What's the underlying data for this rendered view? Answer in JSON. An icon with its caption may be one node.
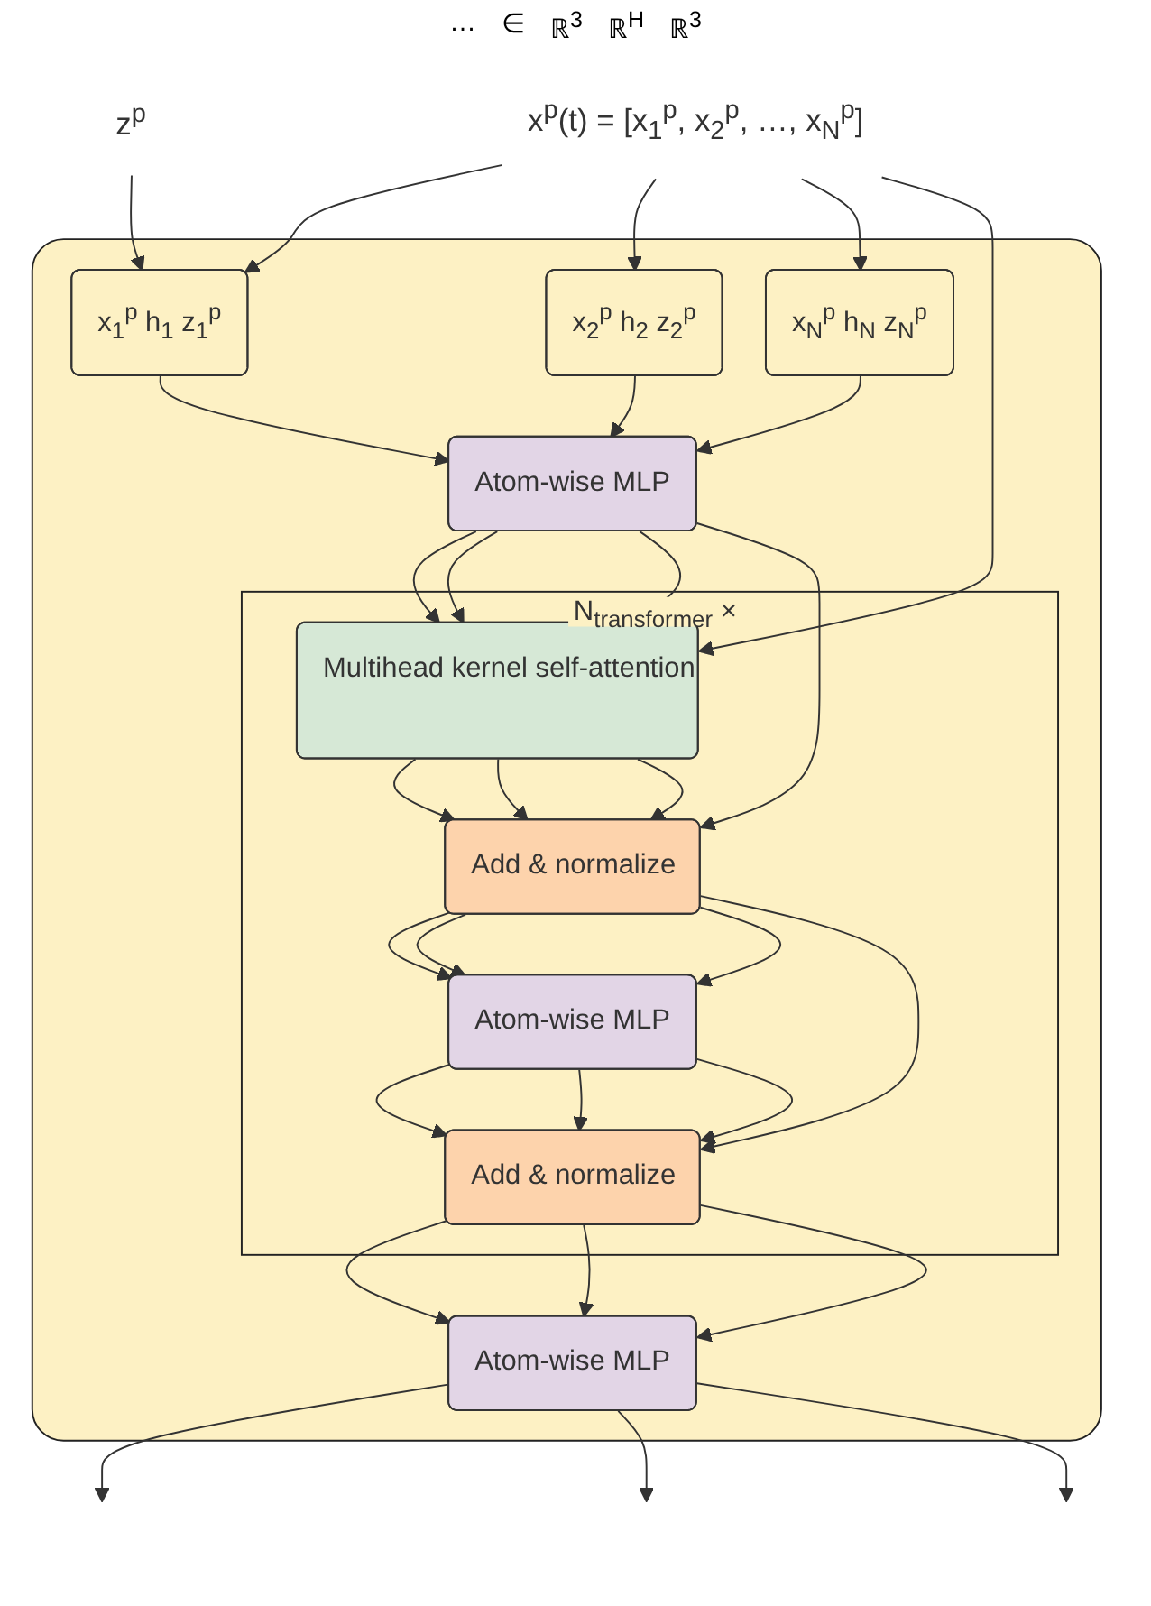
{
  "diagram": {
    "nodes": [
      {
        "text": [],
        "shape": "box"
      },
      {
        "text": [
          "z$^{p}$"
        ]
      },
      {
        "text": [
          "x$^{p}$(t) = [x$_{1}$$^{p}$, x$_{2}$$^{p}$, …, x$_{N}$$^{p}$]"
        ]
      },
      {
        "text": [
          "x$_{1}$$^{p}$ h$_{1}$ z$_{1}$$^{p}$"
        ],
        "in": 0
      },
      {
        "text": [
          "x$_{2}$$^{p}$ h$_{2}$ z$_{2}$$^{p}$"
        ],
        "in": 0
      },
      {
        "text": [
          "x$_{N}$$^{p}$ h$_{N}$ z$_{N}$$^{p}$"
        ],
        "in": 0
      },
      {
        "text": [
          "Atom-wise MLP"
        ],
        "in": 0
      },
      {
        "text": [
          "N$_{transformer}$ ×"
        ],
        "in": 0
      },
      {
        "text": [
          "Multihead kernel self-attention"
        ],
        "in": 7
      },
      {
        "text": [
          "Add & normalize"
        ],
        "in": 7
      },
      {
        "text": [
          "Atom-wise MLP"
        ],
        "in": 7
      },
      {
        "text": [
          "Add & normalize"
        ],
        "in": 7
      },
      {
        "text": [
          "Atom-wise MLP"
        ],
        "in": 0
      }
    ],
    "edges": [
      {
        "from": 1,
        "to": 3,
        "arrow": "to"
      },
      {
        "from": 2,
        "to": 3,
        "arrow": "to"
      },
      {
        "from": 2,
        "to": 4,
        "arrow": "to"
      },
      {
        "from": 2,
        "to": 5,
        "arrow": "to"
      },
      {
        "from": 2,
        "to": 8,
        "arrow": "to"
      },
      {
        "from": 3,
        "to": 6,
        "arrow": "to"
      },
      {
        "from": 4,
        "to": 6,
        "arrow": "to"
      },
      {
        "from": 5,
        "to": 6,
        "arrow": "to"
      },
      {
        "from": 6,
        "to": 8,
        "arrow": "to"
      },
      {
        "from": 6,
        "to": 8,
        "arrow": "to"
      },
      {
        "from": 6,
        "to": 8,
        "arrow": "to"
      },
      {
        "from": 6,
        "to": 9,
        "arrow": "to"
      },
      {
        "from": 8,
        "to": 9,
        "arrow": "to"
      },
      {
        "from": 8,
        "to": 9,
        "arrow": "to"
      },
      {
        "from": 8,
        "to": 9,
        "arrow": "to"
      },
      {
        "from": 9,
        "to": 10,
        "arrow": "to"
      },
      {
        "from": 9,
        "to": 10,
        "arrow": "to"
      },
      {
        "from": 9,
        "to": 10,
        "arrow": "to"
      },
      {
        "from": 9,
        "to": 11,
        "arrow": "to"
      },
      {
        "from": 10,
        "to": 11,
        "arrow": "to"
      },
      {
        "from": 10,
        "to": 11,
        "arrow": "to"
      },
      {
        "from": 10,
        "to": 11,
        "arrow": "to"
      },
      {
        "from": 11,
        "to": 12,
        "arrow": "to"
      },
      {
        "from": 11,
        "to": 12,
        "arrow": "to"
      },
      {
        "from": 11,
        "to": 12,
        "arrow": "to"
      },
      {
        "from": 12,
        "to": null,
        "arrow": "to"
      },
      {
        "from": 12,
        "to": null,
        "arrow": "to"
      },
      {
        "from": 12,
        "to": null,
        "arrow": "to"
      }
    ],
    "labels": [
      "…",
      "∈",
      "ℝ$^{3}$",
      "ℝ$^{H}$",
      "ℝ$^{3}$"
    ]
  }
}
